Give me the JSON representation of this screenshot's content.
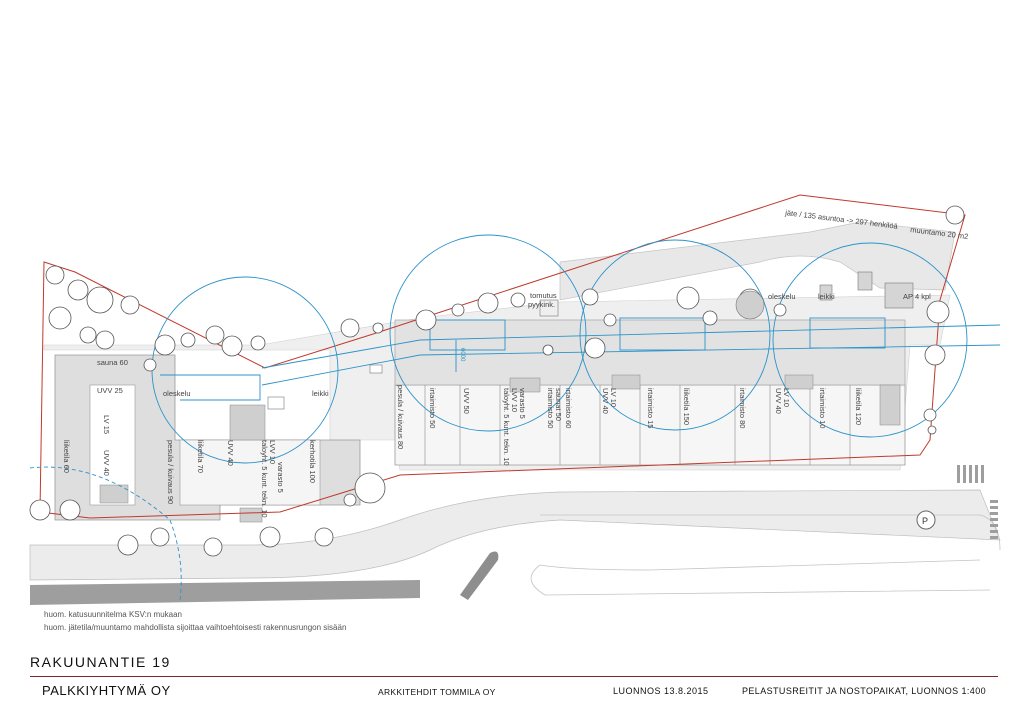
{
  "drawing": {
    "notes": [
      "huom. katusuunnitelma KSV:n mukaan",
      "huom. jätetila/muuntamo mahdollista sijoittaa vaihtoehtoisesti rakennusrungon sisään"
    ],
    "top_annotation": "jäte / 135 asuntoa -> 297 henkilöä",
    "muuntamo_label": "muuntamo 20 m2",
    "tomutus_label": "tomutus",
    "pyykink_label": "pyykink.",
    "ap_label": "AP 4 kpl",
    "dimension_label": "6000",
    "spaces": {
      "sauna": "sauna 60",
      "uvv25": "UVV 25",
      "oleskelu_left": "oleskelu",
      "leikki_left": "leikki",
      "oleskelu_right": "oleskelu",
      "leikki_right": "leikki",
      "lv15": "LV 15",
      "uvv40a": "UVV 40",
      "liiketila60": "liiketila 60",
      "pesula_kuivaus90": "pesula / kuivaus 90",
      "liiketila70": "liiketila 70",
      "uvv40b": "UVV 40",
      "taloyhtio_tekn": "taloyht. 5 kunt. tekn. 10",
      "lvv10a": "LVV 10",
      "lvv_varasto": "varasto 5",
      "kerhotila100": "kerhotila 100",
      "pesula_kuivaus80": "pesula / kuivaus 80",
      "irtaimisto50": "irtaimisto 50",
      "uvv50": "UVV 50",
      "taloyht_kunt_tekn": "taloyht. 5 kunt. tekn. 10",
      "lvv10b": "LVV 10",
      "varasto5": "varasto 5",
      "irtaimisto50b": "irtaimisto 50",
      "saunat50": "saunat 50",
      "irtaimisto60": "irtaimisto 60",
      "uvv40c": "UVV 40",
      "lv10a": "LV 10",
      "irtaimisto15": "irtaimisto 15",
      "liiketila150": "liiketila 150",
      "irtaimisto80": "irtaimisto 80",
      "uvv40d": "UVV 40",
      "lv10b": "LV 10",
      "irtaimisto10": "irtaimisto 10",
      "liiketila120": "liiketila 120"
    }
  },
  "title_block": {
    "project": "RAKUUNANTIE 19",
    "client": "PALKKIYHTYMÄ OY",
    "architect": "ARKKITEHDIT TOMMILA OY",
    "date": "LUONNOS  13.8.2015",
    "sheet": "PELASTUSREITIT JA NOSTOPAIKAT, LUONNOS 1:400"
  },
  "colors": {
    "site_boundary": "#c0392b",
    "rescue_circles": "#2c93c9",
    "building_fill": "#d9d9d9",
    "road_fill": "#e6e6e6",
    "street_strip": "#9e9e9e",
    "title_rule": "#7a2a2a"
  }
}
